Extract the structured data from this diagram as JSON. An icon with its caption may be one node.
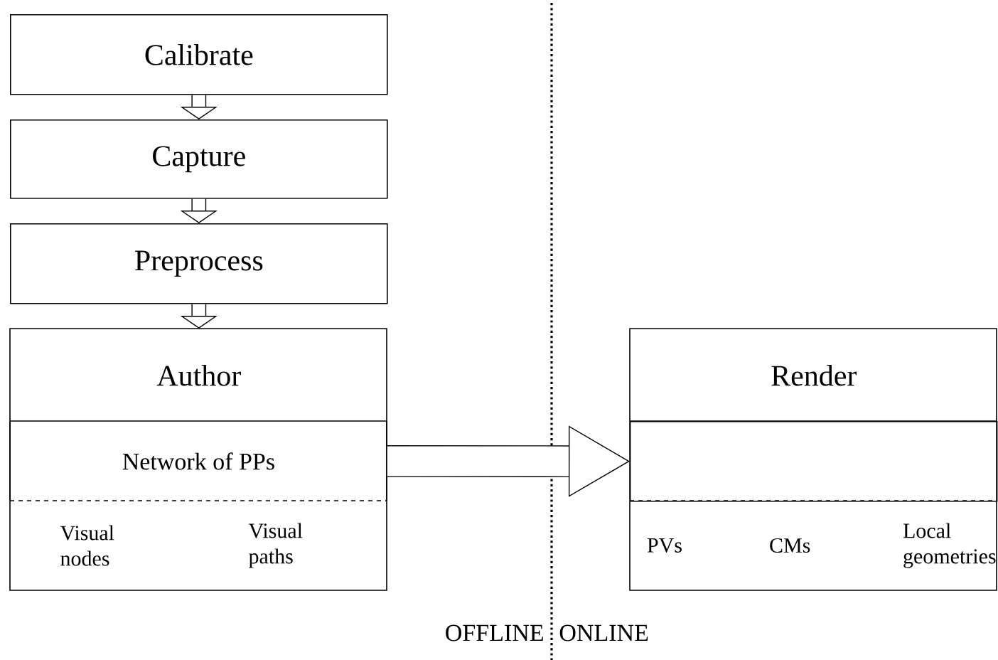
{
  "diagram": {
    "nodes": [
      {
        "text": [
          "Calibrate"
        ]
      },
      {
        "text": [
          "Capture"
        ]
      },
      {
        "text": [
          "Preprocess"
        ]
      },
      {
        "text": [
          "Author"
        ]
      },
      {
        "text": [
          "Network of PPs"
        ],
        "in": 3
      },
      {
        "text": [
          "Visual nodes",
          "Visual paths"
        ],
        "in": 3
      },
      {
        "text": [
          "Render"
        ]
      },
      {
        "text": [],
        "shape": "box",
        "in": 6
      },
      {
        "text": [
          "PVs",
          "CMs",
          "Local geometries"
        ],
        "in": 6
      }
    ],
    "edges": [
      {
        "from": 0,
        "to": 1,
        "arrow": "to"
      },
      {
        "from": 1,
        "to": 2,
        "arrow": "to"
      },
      {
        "from": 2,
        "to": 3,
        "arrow": "to"
      },
      {
        "from": 4,
        "to": 7,
        "arrow": "to",
        "style": "thick"
      }
    ],
    "labels": [
      "OFFLINE",
      "ONLINE"
    ]
  }
}
